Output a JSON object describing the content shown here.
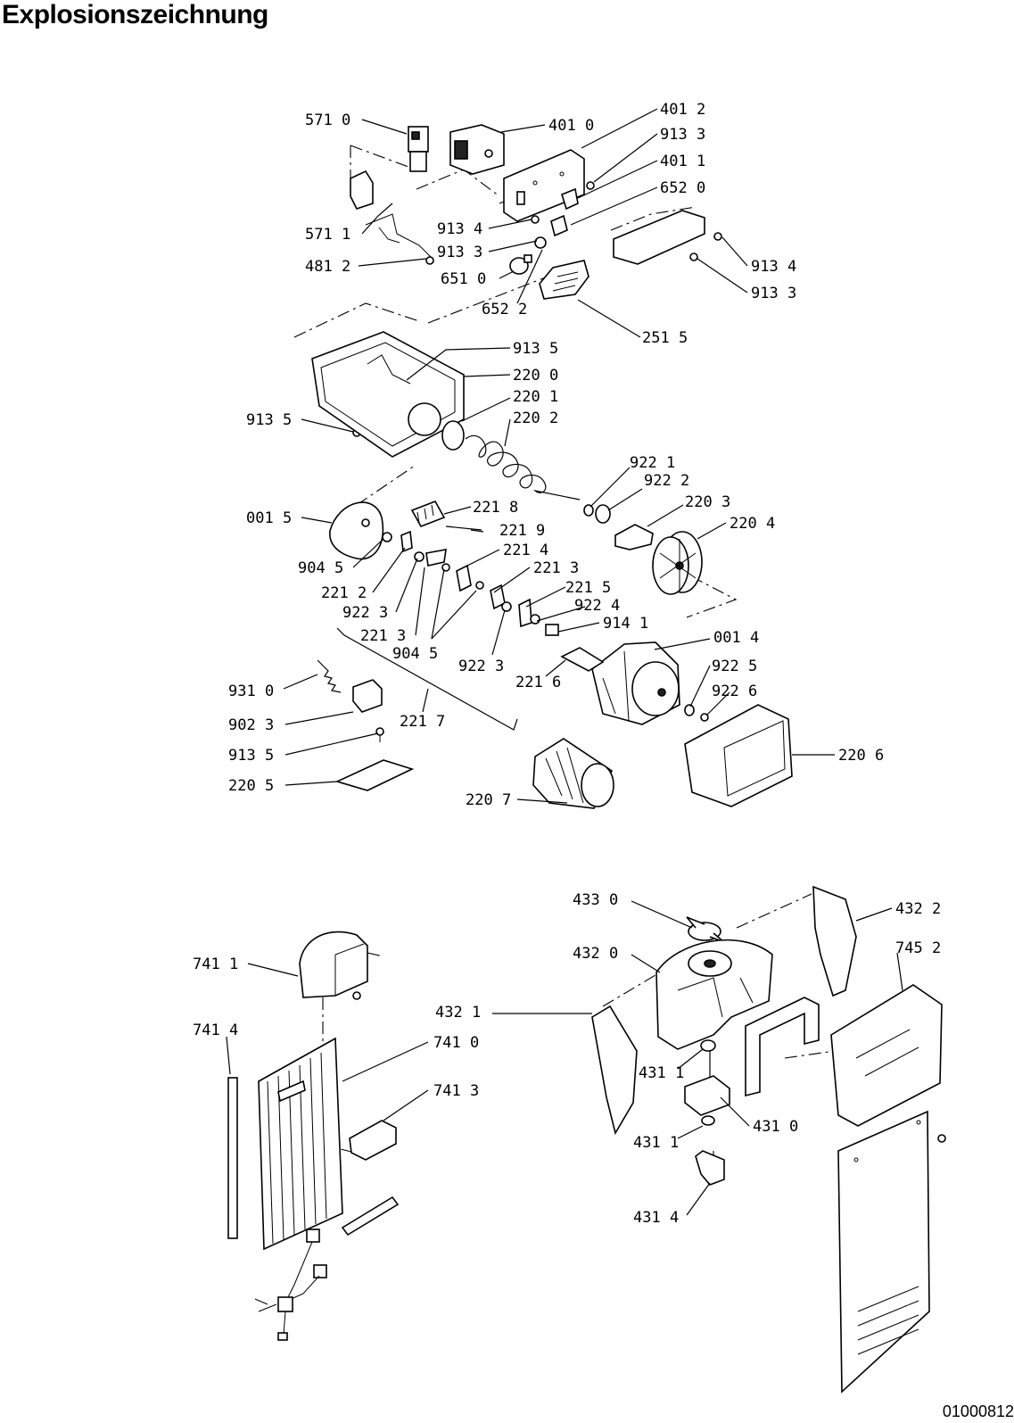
{
  "title": "Explosionszeichnung",
  "document_id": "01000812",
  "callouts": {
    "c5710": "571 0",
    "c4010": "401 0",
    "c4012": "401 2",
    "c9133a": "913 3",
    "c4011": "401 1",
    "c6520": "652 0",
    "c5711": "571 1",
    "c9134a": "913 4",
    "c9133b": "913 3",
    "c4812": "481 2",
    "c6510": "651 0",
    "c9134b": "913 4",
    "c9133c": "913 3",
    "c6522": "652 2",
    "c2515": "251 5",
    "c9135a": "913 5",
    "c2200": "220 0",
    "c2201": "220 1",
    "c2202": "220 2",
    "c9135b": "913 5",
    "c9221": "922 1",
    "c9222": "922 2",
    "c2203": "220 3",
    "c2204": "220 4",
    "c0015": "001 5",
    "c2218": "221 8",
    "c2219": "221 9",
    "c9045a": "904 5",
    "c2214": "221 4",
    "c2212": "221 2",
    "c2213a": "221 3",
    "c9223a": "922 3",
    "c2215": "221 5",
    "c2213b": "221 3",
    "c9224": "922 4",
    "c9141": "914 1",
    "c9045b": "904 5",
    "c0014": "001 4",
    "c9223b": "922 3",
    "c2216": "221 6",
    "c9225": "922 5",
    "c9310": "931 0",
    "c9226": "922 6",
    "c9023": "902 3",
    "c2217": "221 7",
    "c9135c": "913 5",
    "c2206": "220 6",
    "c2205": "220 5",
    "c2207": "220 7",
    "c4330": "433 0",
    "c4322": "432 2",
    "c7411": "741 1",
    "c4320": "432 0",
    "c7452": "745 2",
    "c7414": "741 4",
    "c4321": "432 1",
    "c7410": "741 0",
    "c4311a": "431 1",
    "c7413": "741 3",
    "c4310": "431 0",
    "c4311b": "431 1",
    "c4314": "431 4"
  }
}
